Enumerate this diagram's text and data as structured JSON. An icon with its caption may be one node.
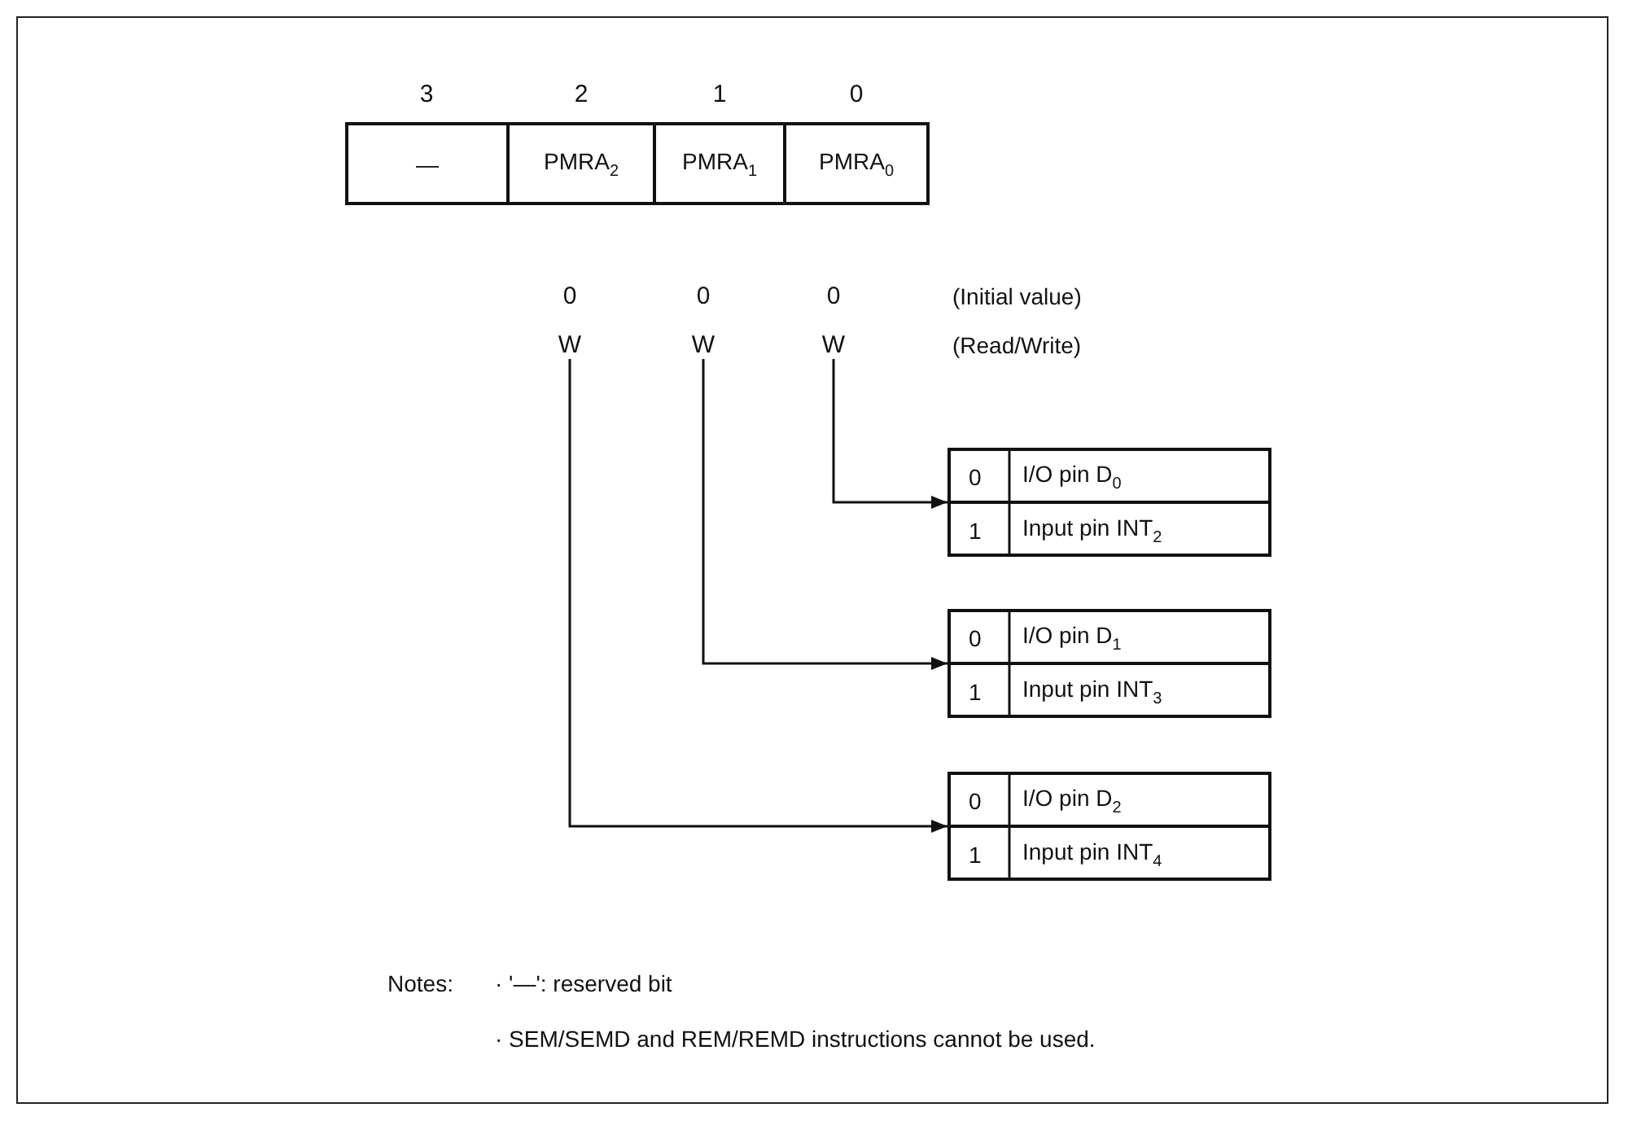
{
  "diagram": {
    "nodes": [
      {
        "text": [
          "—"
        ]
      },
      {
        "text": [
          "PMRA$_{2}$"
        ]
      },
      {
        "text": [
          "PMRA$_{1}$"
        ]
      },
      {
        "text": [
          "PMRA$_{0}$"
        ]
      },
      {
        "text": [
          "W"
        ]
      },
      {
        "text": [
          "W"
        ]
      },
      {
        "text": [
          "W"
        ]
      },
      {
        "text": [
          "0",
          "I/O pin D$_{0}$",
          "1",
          "Input pin INT$_{2}$"
        ]
      },
      {
        "text": [
          "0",
          "I/O pin D$_{1}$",
          "1",
          "Input pin INT$_{3}$"
        ]
      },
      {
        "text": [
          "0",
          "I/O pin D$_{2}$",
          "1",
          "Input pin INT$_{4}$"
        ]
      }
    ],
    "edges": [
      {
        "from": 6,
        "to": 7,
        "arrow": "to"
      },
      {
        "from": 5,
        "to": 8,
        "arrow": "to"
      },
      {
        "from": 4,
        "to": 9,
        "arrow": "to"
      }
    ],
    "labels": [
      "3",
      "2",
      "1",
      "0",
      "0",
      "0",
      "0",
      "(Initial value)",
      "(Read/Write)",
      "Notes:",
      "· '—': reserved bit",
      "· SEM/SEMD and REM/REMD instructions cannot be used."
    ]
  }
}
